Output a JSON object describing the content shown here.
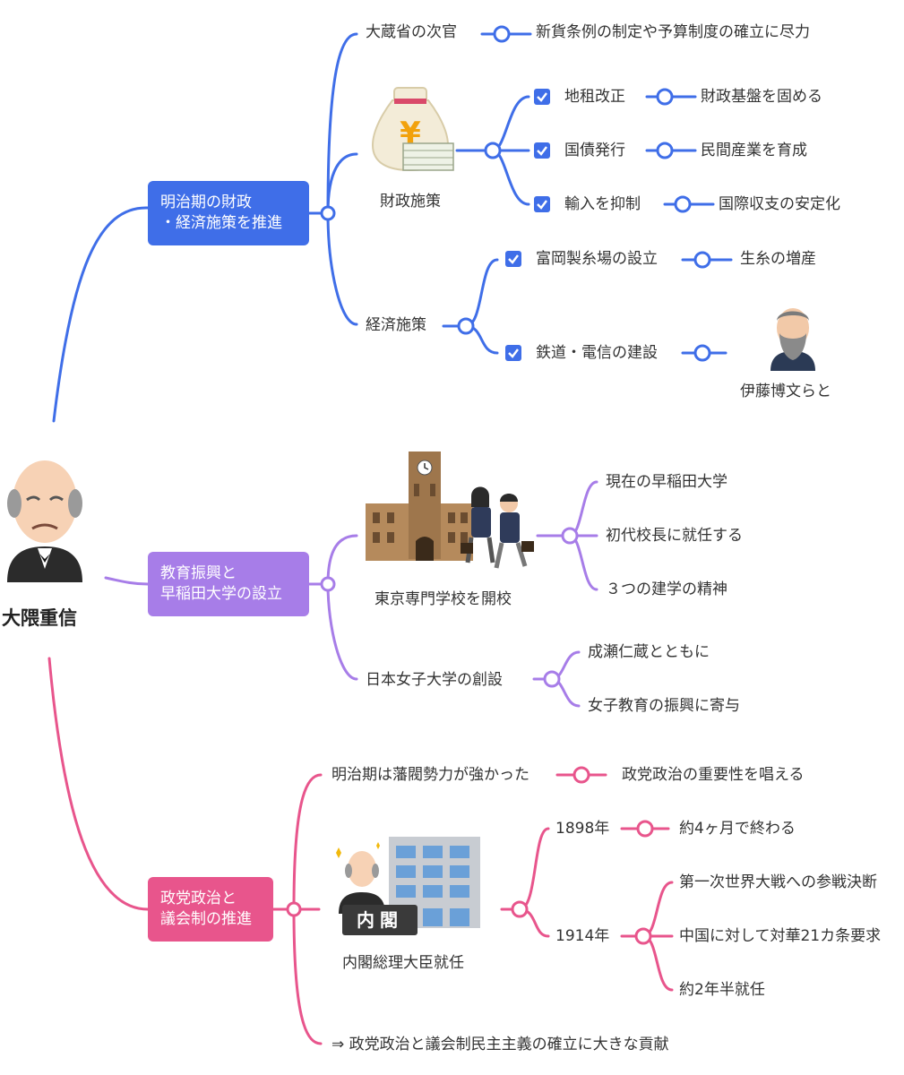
{
  "colors": {
    "blue": "#3f6ee8",
    "purple": "#a77de8",
    "pink": "#e8558c",
    "text": "#333333"
  },
  "root": {
    "title": "大隈重信",
    "icon": "okuma-portrait-icon"
  },
  "branch1": {
    "title_lines": [
      "明治期の財政",
      "・経済施策を推進"
    ],
    "vice_minister": {
      "label": "大蔵省の次官",
      "detail": "新貨条例の制定や予算制度の確立に尽力"
    },
    "finance": {
      "label": "財政施策",
      "icon": "money-bag-icon",
      "items": [
        {
          "label": "地租改正",
          "detail": "財政基盤を固める",
          "checked": true
        },
        {
          "label": "国債発行",
          "detail": "民間産業を育成",
          "checked": true
        },
        {
          "label": "輸入を抑制",
          "detail": "国際収支の安定化",
          "checked": true
        }
      ]
    },
    "economy": {
      "label": "経済施策",
      "items": [
        {
          "label": "富岡製糸場の設立",
          "detail": "生糸の増産",
          "checked": true
        },
        {
          "label": "鉄道・電信の建設",
          "detail": "伊藤博文らと",
          "checked": true,
          "icon": "ito-hirobumi-portrait-icon"
        }
      ]
    }
  },
  "branch2": {
    "title_lines": [
      "教育振興と",
      "早稲田大学の設立"
    ],
    "tokyo_senmon": {
      "label": "東京専門学校を開校",
      "icon": "university-students-icon",
      "items": [
        "現在の早稲田大学",
        "初代校長に就任する",
        "３つの建学の精神"
      ]
    },
    "womens_univ": {
      "label": "日本女子大学の創設",
      "items": [
        "成瀬仁蔵とともに",
        "女子教育の振興に寄与"
      ]
    }
  },
  "branch3": {
    "title_lines": [
      "政党政治と",
      "議会制の推進"
    ],
    "hanbatsu": {
      "label": "明治期は藩閥勢力が強かった",
      "detail": "政党政治の重要性を唱える"
    },
    "cabinet": {
      "label": "内閣総理大臣就任",
      "icon": "cabinet-building-icon",
      "sign": "内閣",
      "y1898": {
        "label": "1898年",
        "detail": "約4ヶ月で終わる"
      },
      "y1914": {
        "label": "1914年",
        "items": [
          "第一次世界大戦への参戦決断",
          "中国に対して対華21カ条要求",
          "約2年半就任"
        ]
      }
    },
    "conclusion": "⇒ 政党政治と議会制民主主義の確立に大きな貢献"
  }
}
